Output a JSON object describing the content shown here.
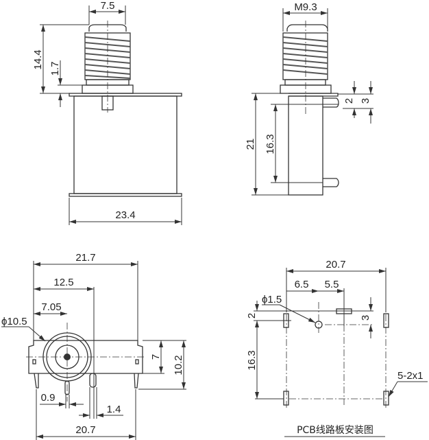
{
  "views": {
    "front": {
      "width_top": "7.5",
      "height_total": "14.4",
      "flange": "1.7",
      "width_body": "23.4"
    },
    "side": {
      "thread": "M9.3",
      "height_total": "21",
      "pin_spacing": "16.3",
      "tab_gap": "2",
      "tab_span": "3"
    },
    "bottom": {
      "overall_width": "21.7",
      "offset_pin": "12.5",
      "center_offset": "7.05",
      "diameter": "ϕ10.5",
      "body_height": "7",
      "overall_height": "10.2",
      "pin_small": "0.9",
      "pin_wide": "1.4",
      "pin_span": "20.7"
    },
    "pcb": {
      "width": "20.7",
      "hole_x": "6.5",
      "pad_x": "5.5",
      "hole_dia": "ϕ1.5",
      "offset_y": "2",
      "pad_y": "3",
      "pin_spacing": "16.3",
      "pad_spec": "5-2x1",
      "caption": "PCB线路板安装图"
    }
  },
  "colors": {
    "line": "#333333",
    "thread": "#555555"
  }
}
